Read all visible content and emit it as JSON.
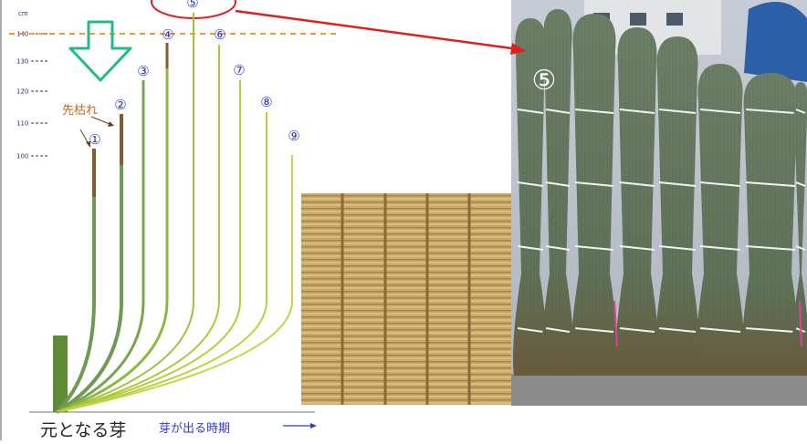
{
  "scale": {
    "unit": "cm",
    "ticks": [
      "140",
      "130",
      "120",
      "110",
      "100"
    ]
  },
  "labels": {
    "dieback": "先枯れ",
    "origin_bud": "元となる芽",
    "bud_timing": "芽が出る時期"
  },
  "stems": [
    "①",
    "②",
    "③",
    "④",
    "⑤",
    "⑥",
    "⑦",
    "⑧",
    "⑨"
  ],
  "photo_label": "⑤",
  "colors": {
    "dashed_line": "#f29a2e",
    "arrow_down": "#23b98a",
    "red_callout": "#e01e1e",
    "dieback_tip": "#8a5a2b",
    "stem_green": "#6f9a52",
    "stem_light": "#b9cd3a",
    "blue_text": "#2b3bd0"
  }
}
